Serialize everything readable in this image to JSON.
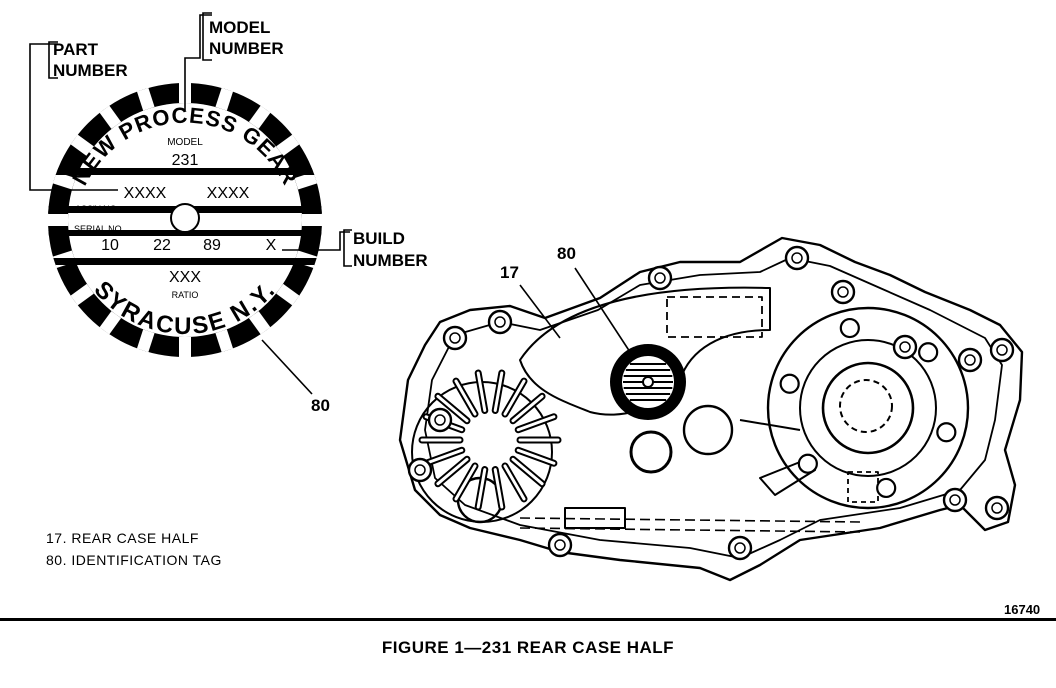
{
  "callouts": {
    "model_number": [
      "MODEL",
      "NUMBER"
    ],
    "part_number": [
      "PART",
      "NUMBER"
    ],
    "build_number": [
      "BUILD",
      "NUMBER"
    ],
    "tag_ref": "80",
    "case_ref_17": "17",
    "case_ref_80": "80"
  },
  "tag": {
    "top_arc": "NEW PROCESS GEAR",
    "model_label": "MODEL",
    "model_value": "231",
    "part_a": "XXXX",
    "part_b": "XXXX",
    "assy_label": "ASS'Y NO.",
    "serial_label": "SERIAL NO.",
    "serial_1": "10",
    "serial_2": "22",
    "serial_3": "89",
    "build_value": "X",
    "ratio_value": "XXX",
    "ratio_label": "RATIO",
    "bottom_arc": "SYRACUSE N.Y."
  },
  "legend": {
    "item_17": "17.  REAR CASE HALF",
    "item_80": "80.  IDENTIFICATION TAG"
  },
  "figure_id": "16740",
  "caption": "FIGURE 1—231 REAR CASE HALF"
}
